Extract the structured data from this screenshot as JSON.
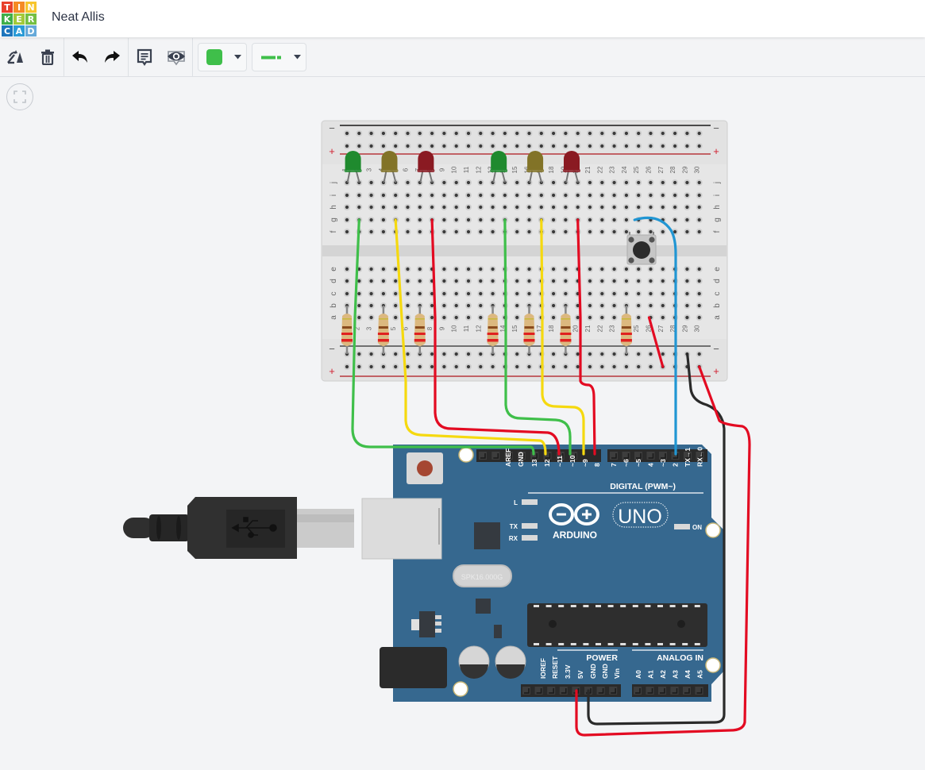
{
  "app": {
    "logo_letters": [
      "T",
      "I",
      "N",
      "K",
      "E",
      "R",
      "C",
      "A",
      "D"
    ],
    "logo_colors": [
      "#e8412c",
      "#f58a24",
      "#f7c52c",
      "#3fae49",
      "#a3c93a",
      "#75bf43",
      "#1d75bc",
      "#2b9bd6",
      "#66a9d9"
    ],
    "project_title": "Neat Allis"
  },
  "toolbar": {
    "buttons": [
      {
        "name": "rotate",
        "icon": "rotate-icon"
      },
      {
        "name": "delete",
        "icon": "trash-icon"
      },
      {
        "name": "undo",
        "icon": "undo-icon"
      },
      {
        "name": "redo",
        "icon": "redo-icon"
      },
      {
        "name": "notes",
        "icon": "notes-icon"
      },
      {
        "name": "toggle-notes-visibility",
        "icon": "eye-icon"
      }
    ],
    "wire_color": "#3fbf4a",
    "wire_type": "straight"
  },
  "fit_view": {
    "icon": "fit-to-view-icon"
  },
  "breadboard": {
    "column_numbers": [
      "1",
      "2",
      "3",
      "4",
      "5",
      "6",
      "7",
      "8",
      "9",
      "10",
      "11",
      "12",
      "13",
      "14",
      "15",
      "16",
      "17",
      "18",
      "19",
      "20",
      "21",
      "22",
      "23",
      "24",
      "25",
      "26",
      "27",
      "28",
      "29",
      "30"
    ],
    "top_row_labels": [
      "j",
      "i",
      "h",
      "g",
      "f"
    ],
    "bottom_row_labels": [
      "e",
      "d",
      "c",
      "b",
      "a"
    ],
    "rail_minus": "−",
    "rail_plus": "+"
  },
  "components": {
    "leds": [
      {
        "color": "green",
        "fill": "#1f8a2e",
        "col": 1
      },
      {
        "color": "yellow",
        "fill": "#827327",
        "col": 4
      },
      {
        "color": "red",
        "fill": "#8a1a22",
        "col": 7
      },
      {
        "color": "green",
        "fill": "#1f8a2e",
        "col": 13
      },
      {
        "color": "yellow",
        "fill": "#827327",
        "col": 16
      },
      {
        "color": "red",
        "fill": "#8a1a22",
        "col": 19
      }
    ],
    "resistor_columns": [
      1,
      4,
      7,
      13,
      16,
      19,
      24
    ],
    "pushbutton": {
      "label": "pushbutton"
    },
    "crystal_label": "SPK16.000G"
  },
  "arduino": {
    "brand": "ARDUINO",
    "model": "UNO",
    "on_label": "ON",
    "led_labels": [
      "L",
      "TX",
      "RX"
    ],
    "digital_header_label": "DIGITAL (PWM~)",
    "digital_pins_left": [
      "AREF",
      "GND",
      "13",
      "12",
      "~11",
      "~10",
      "~9",
      "8"
    ],
    "digital_pins_right": [
      "7",
      "~6",
      "~5",
      "4",
      "~3",
      "2",
      "TX→1",
      "RX←0"
    ],
    "power_header_label": "POWER",
    "power_pins": [
      "IOREF",
      "RESET",
      "3.3V",
      "5V",
      "GND",
      "GND",
      "Vin"
    ],
    "analog_header_label": "ANALOG IN",
    "analog_pins": [
      "A0",
      "A1",
      "A2",
      "A3",
      "A4",
      "A5"
    ]
  },
  "wires": [
    {
      "from": "breadboard-col2",
      "to": "pin-13",
      "color": "#3fbf4a"
    },
    {
      "from": "breadboard-col5",
      "to": "pin-12",
      "color": "#f5d90f"
    },
    {
      "from": "breadboard-col8",
      "to": "pin-11",
      "color": "#e30b22"
    },
    {
      "from": "breadboard-col14",
      "to": "pin-10",
      "color": "#3fbf4a"
    },
    {
      "from": "breadboard-col17",
      "to": "pin-9",
      "color": "#f5d90f"
    },
    {
      "from": "breadboard-col20",
      "to": "pin-8",
      "color": "#e30b22"
    },
    {
      "from": "breadboard-col25",
      "to": "pin-2",
      "color": "#2196d3"
    },
    {
      "from": "rail-minus",
      "to": "GND",
      "color": "#2a2a2a"
    },
    {
      "from": "rail-plus",
      "to": "5V",
      "color": "#e30b22"
    }
  ]
}
